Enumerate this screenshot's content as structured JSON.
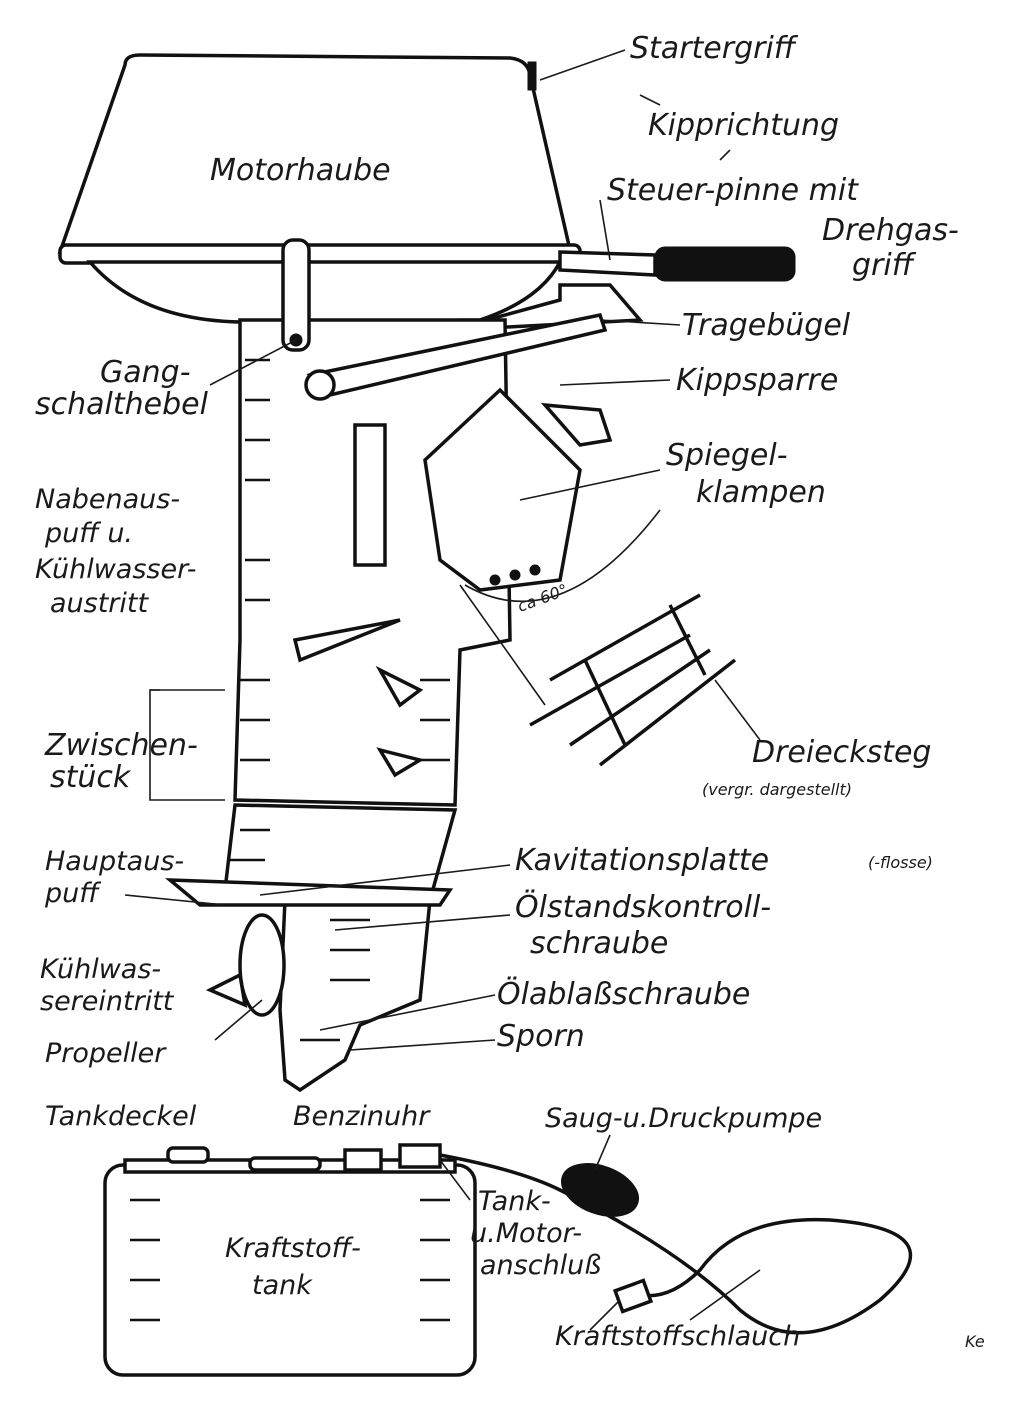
{
  "title": "Außenbordmotor",
  "labels": {
    "startergriff": "Startergriff",
    "kipprichtung": "Kipprichtung",
    "motorhaube": "Motorhaube",
    "steuerpinne": "Steuer-pinne mit",
    "drehgas1": "Drehgas-",
    "drehgas2": "griff",
    "tragebuegel": "Tragebügel",
    "gang1": "Gang-",
    "gang2": "schalthebel",
    "kippsparre": "Kippsparre",
    "spiegel1": "Spiegel-",
    "spiegel2": "klampen",
    "naben1": "Nabenaus-",
    "naben2": "puff u.",
    "naben3": "Kühlwasser-",
    "naben4": "austritt",
    "angle": "ca 60°",
    "zwischen1": "Zwischen-",
    "zwischen2": "stück",
    "dreieck": "Dreiecksteg",
    "dreieck_note": "(vergr. dargestellt)",
    "haupt1": "Hauptaus-",
    "haupt2": "puff",
    "kavitation": "Kavitationsplatte",
    "kavitation_note": "(-flosse)",
    "oelstand1": "Ölstandskontroll-",
    "oelstand2": "schraube",
    "kuehl1": "Kühlwas-",
    "kuehl2": "sereintritt",
    "oelablass": "Ölablaßschraube",
    "propeller": "Propeller",
    "sporn": "Sporn",
    "tankdeckel": "Tankdeckel",
    "benzinuhr": "Benzinuhr",
    "pumpe": "Saug-u.Druckpumpe",
    "anschluss1": "Tank-",
    "anschluss2": "u.Motor-",
    "anschluss3": "anschluß",
    "tank1": "Kraftstoff-",
    "tank2": "tank",
    "schlauch": "Kraftstoffschlauch",
    "signature": "Ke"
  }
}
